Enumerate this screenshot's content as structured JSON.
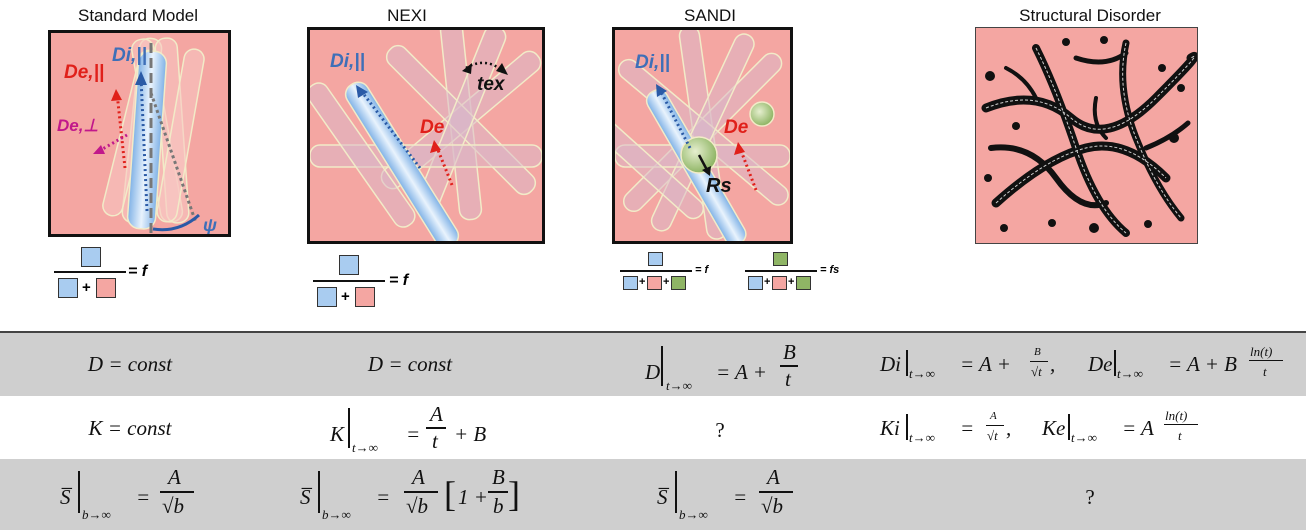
{
  "columns": [
    {
      "title": "Standard Model"
    },
    {
      "title": "NEXI"
    },
    {
      "title": "SANDI"
    },
    {
      "title": "Structural Disorder"
    }
  ],
  "panel_labels": {
    "standard_model": {
      "d_i_par": "Di,||",
      "d_e_par": "De,||",
      "d_e_perp": "De,⊥",
      "psi": "ψ"
    },
    "nexi": {
      "d_i_par": "Di,||",
      "t_ex": "tex",
      "d_e": "De"
    },
    "sandi": {
      "d_i_par": "Di,||",
      "d_e": "De",
      "r_s": "Rs"
    }
  },
  "fractions": {
    "standard_model": {
      "plus": "+",
      "equals": "= f"
    },
    "nexi": {
      "plus": "+",
      "equals": "= f"
    },
    "sandi_f": {
      "plus1": "+",
      "plus2": "+",
      "equals": "= f"
    },
    "sandi_fs": {
      "plus1": "+",
      "plus2": "+",
      "equals": "= fs"
    }
  },
  "colors": {
    "panel_bg": "#f4a6a2",
    "intra_blue": "#a9ccf0",
    "extra_pink": "#f4a6a2",
    "soma_green": "#8fb565",
    "row_gray": "#cfcfcf"
  },
  "table": {
    "rows": [
      {
        "shading": "gray",
        "cells": {
          "c1": "D = const",
          "c2": "D = const",
          "c3": {
            "lhs": "D",
            "sub": "t→∞",
            "rhs_a": "= A +",
            "num": "B",
            "den": "t"
          },
          "c4": {
            "a_lhs": "Di",
            "a_sub": "t→∞",
            "a_rhs": "= A +",
            "a_num": "B",
            "a_den": "√t",
            "a_sep": ",",
            "b_lhs": "De",
            "b_sub": "t→∞",
            "b_rhs": "= A + B",
            "b_num": "ln(t)",
            "b_den": "t"
          }
        }
      },
      {
        "shading": "white",
        "cells": {
          "c1": "K = const",
          "c2": {
            "lhs": "K",
            "sub": "t→∞",
            "rhs_a": "=",
            "num": "A",
            "den": "t",
            "rhs_b": "+ B"
          },
          "c3": "?",
          "c4": {
            "a_lhs": "Ki",
            "a_sub": "t→∞",
            "a_rhs": "=",
            "a_num": "A",
            "a_den": "√t",
            "a_sep": ",",
            "b_lhs": "Ke",
            "b_sub": "t→∞",
            "b_rhs": "= A",
            "b_num": "ln(t)",
            "b_den": "t"
          }
        }
      },
      {
        "shading": "gray",
        "cells": {
          "c1": {
            "lhs": "S̅",
            "sub": "b→∞",
            "rhs_a": "=",
            "num": "A",
            "den": "√b"
          },
          "c2": {
            "lhs": "S̅",
            "sub": "b→∞",
            "rhs_a": "=",
            "num": "A",
            "den": "√b",
            "bracket_l": "[",
            "one": "1 +",
            "num2": "B",
            "den2": "b",
            "bracket_r": "]"
          },
          "c3": {
            "lhs": "S̅",
            "sub": "b→∞",
            "rhs_a": "=",
            "num": "A",
            "den": "√b"
          },
          "c4": "?"
        }
      }
    ]
  }
}
